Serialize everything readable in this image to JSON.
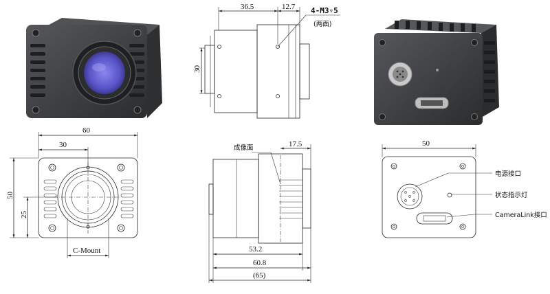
{
  "top_side_view": {
    "dim_width_1": "36.5",
    "dim_width_2": "12.7",
    "dim_height": "30",
    "screw_note_1": "4-M3▿5",
    "screw_note_2": "(两面)"
  },
  "front_view": {
    "dim_width": "60",
    "dim_half_width": "30",
    "dim_height": "50",
    "dim_half_height": "25",
    "mount_label": "C-Mount"
  },
  "side_view": {
    "image_plane_label": "成像面",
    "dim_flange": "17.5",
    "dim_body": "53.2",
    "dim_total": "60.8",
    "dim_overall": "(65)"
  },
  "rear_view": {
    "dim_width": "50",
    "callout_power": "电源接口",
    "callout_led": "状态指示灯",
    "callout_cameralink": "CameraLink接口"
  },
  "colors": {
    "camera_body": "#3a3a3c",
    "lens_glass": "#5a55c8"
  }
}
